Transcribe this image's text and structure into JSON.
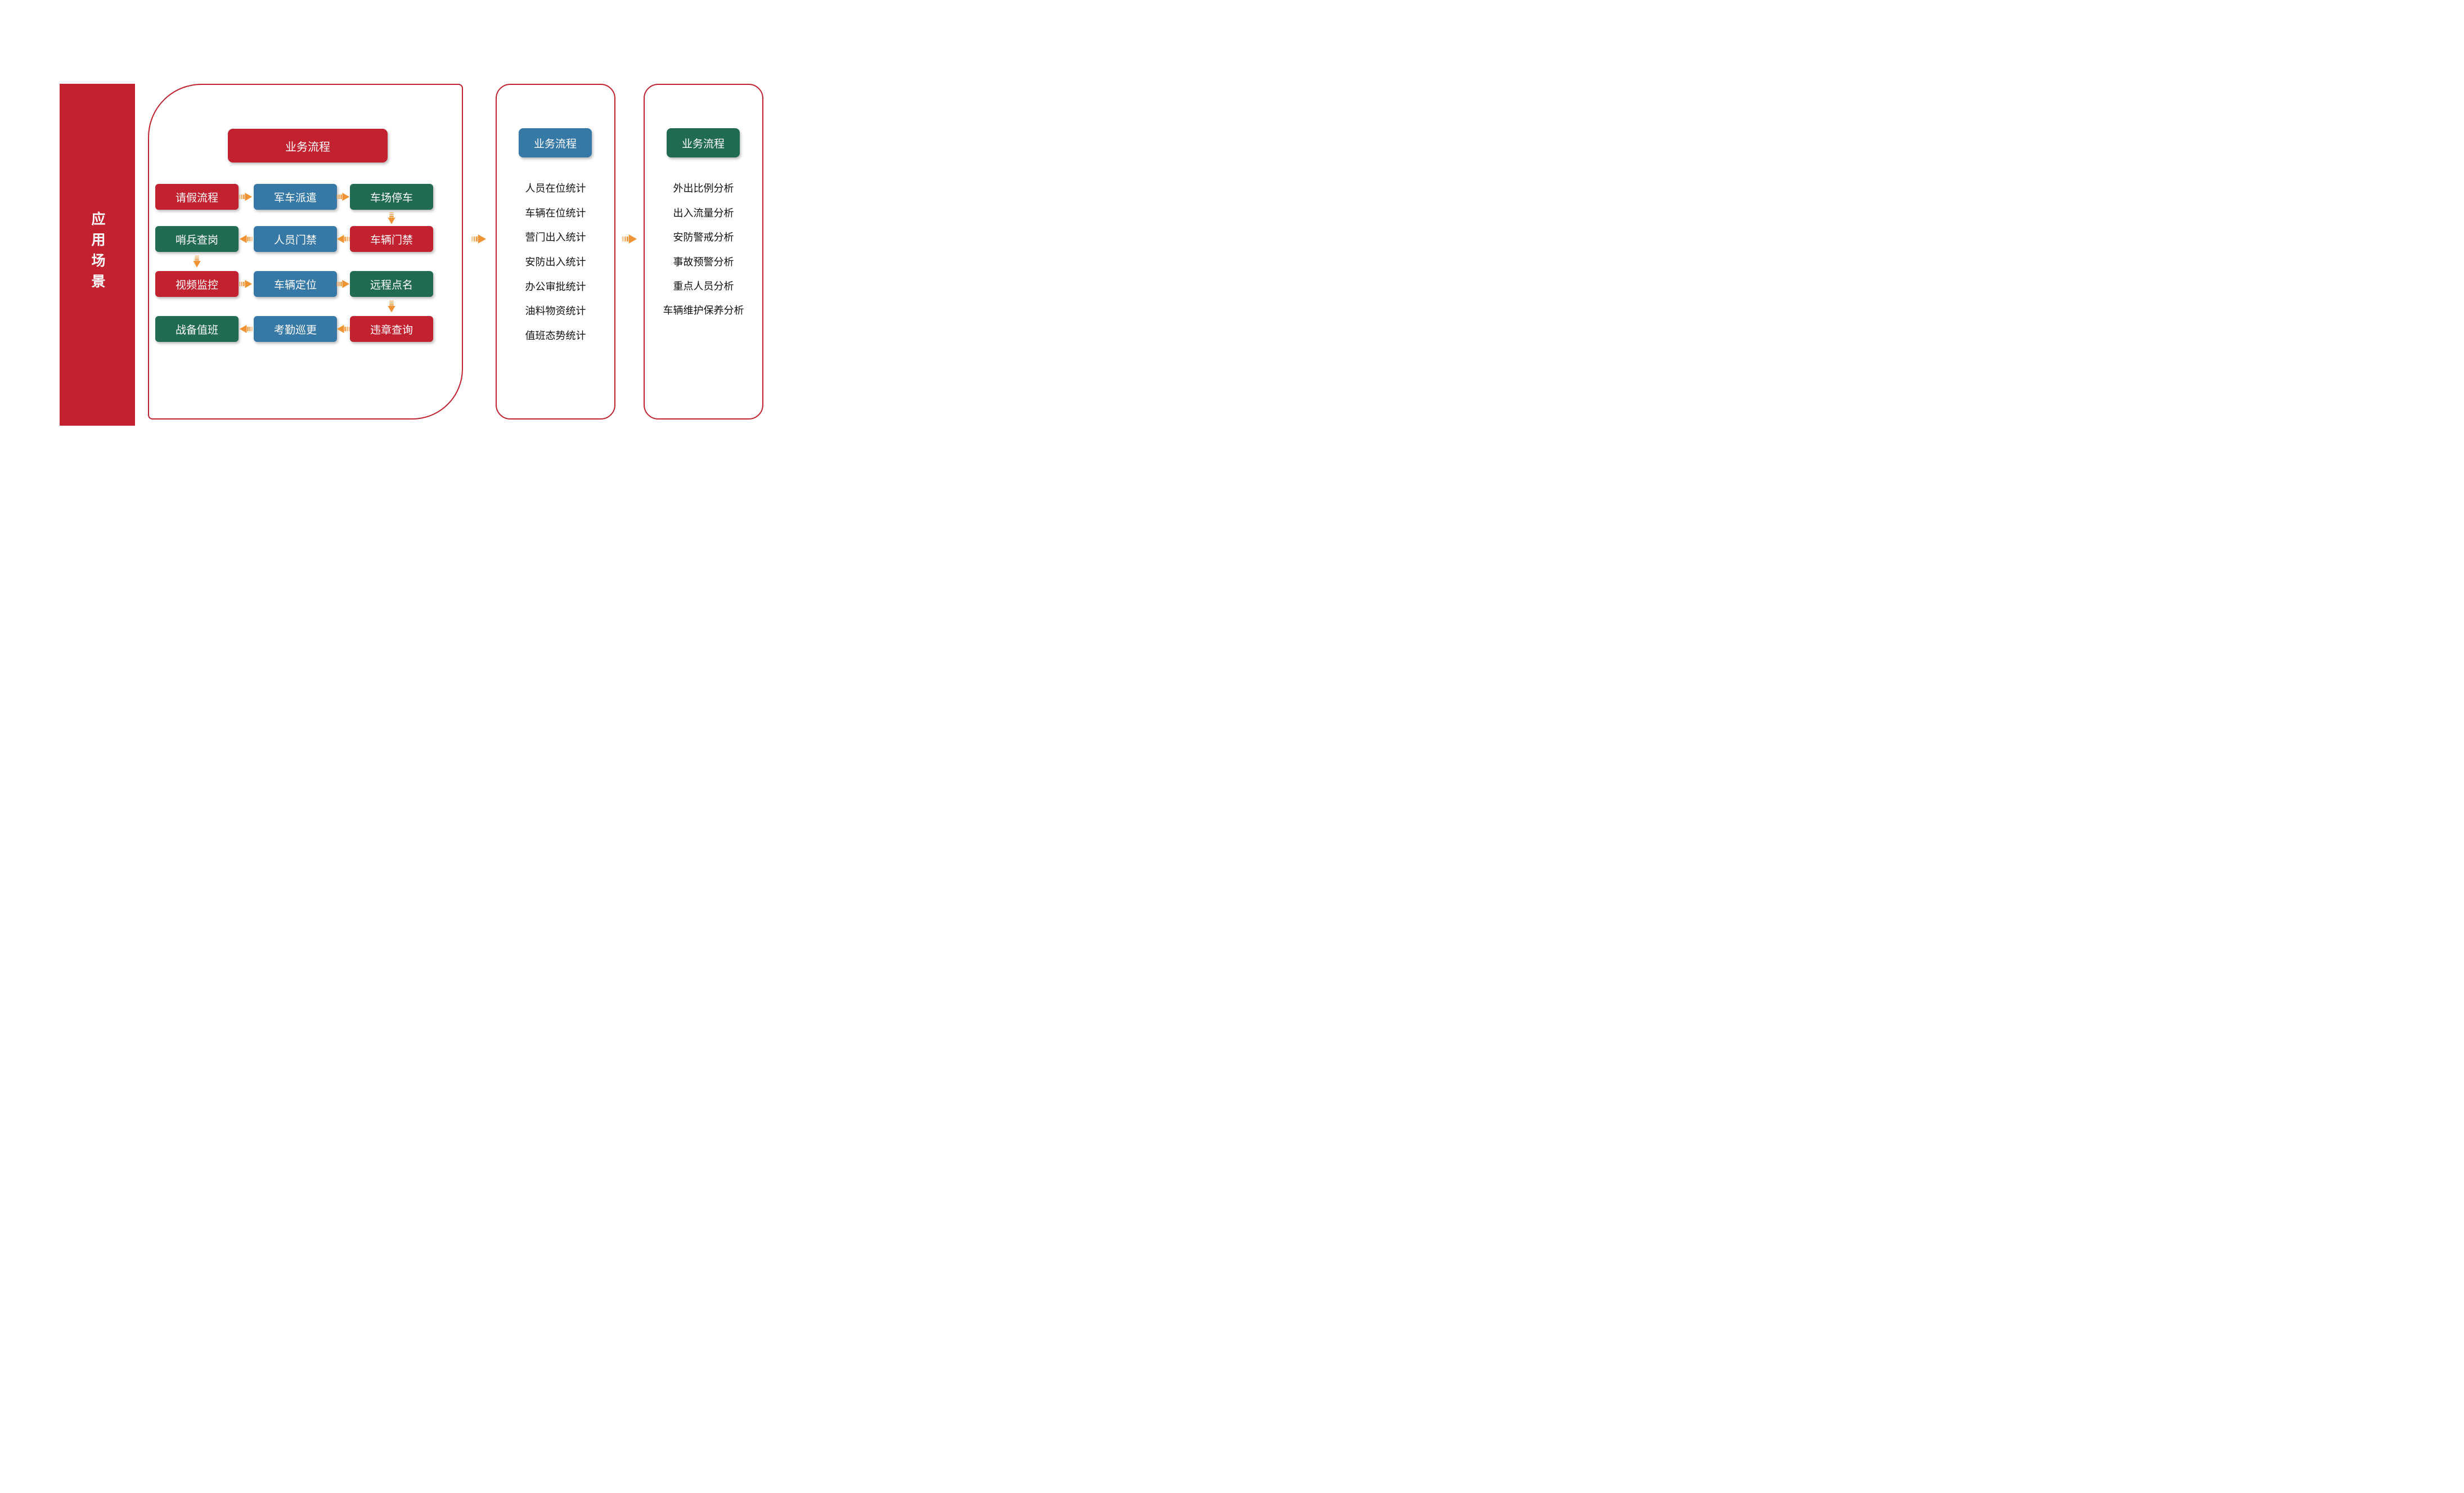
{
  "palette": {
    "red": "#C2212F",
    "blue": "#3678A6",
    "green": "#206B51",
    "orange": "#EE9435",
    "panel_border": "#C0202E",
    "list_text": "#111111"
  },
  "sidebar": {
    "label": "应用场景"
  },
  "flow_panel": {
    "title": "业务流程",
    "rows": [
      {
        "direction": "right",
        "cells": [
          {
            "label": "请假流程",
            "color": "red"
          },
          {
            "label": "军车派遣",
            "color": "blue"
          },
          {
            "label": "车场停车",
            "color": "green"
          }
        ]
      },
      {
        "direction": "left",
        "cells": [
          {
            "label": "哨兵查岗",
            "color": "green"
          },
          {
            "label": "人员门禁",
            "color": "blue"
          },
          {
            "label": "车辆门禁",
            "color": "red"
          }
        ]
      },
      {
        "direction": "right",
        "cells": [
          {
            "label": "视频监控",
            "color": "red"
          },
          {
            "label": "车辆定位",
            "color": "blue"
          },
          {
            "label": "远程点名",
            "color": "green"
          }
        ]
      },
      {
        "direction": "left",
        "cells": [
          {
            "label": "战备值班",
            "color": "green"
          },
          {
            "label": "考勤巡更",
            "color": "blue"
          },
          {
            "label": "违章查询",
            "color": "red"
          }
        ]
      }
    ],
    "vertical_links": [
      "车场停车→车辆门禁",
      "哨兵查岗→视频监控",
      "远程点名→违章查询"
    ]
  },
  "stats_panel": {
    "title": "业务流程",
    "items": [
      "人员在位统计",
      "车辆在位统计",
      "营门出入统计",
      "安防出入统计",
      "办公审批统计",
      "油料物资统计",
      "值班态势统计"
    ]
  },
  "analysis_panel": {
    "title": "业务流程",
    "items": [
      "外出比例分析",
      "出入流量分析",
      "安防警戒分析",
      "事故预警分析",
      "重点人员分析",
      "车辆维护保养分析"
    ]
  },
  "panel_links": [
    "flow-panel→stats-panel",
    "stats-panel→analysis-panel"
  ]
}
